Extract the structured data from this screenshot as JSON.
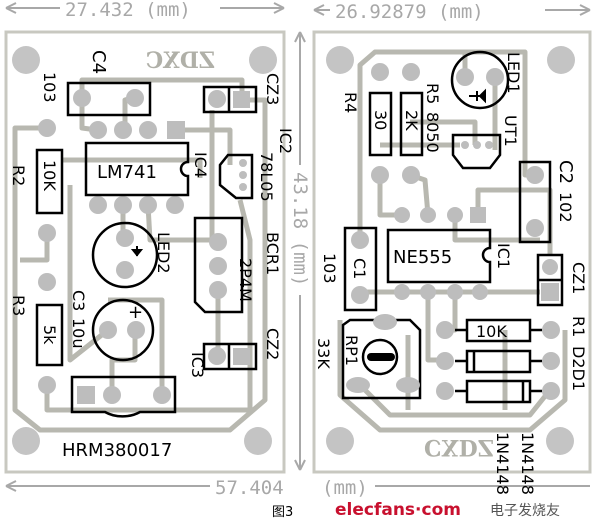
{
  "dimensions": {
    "left_width": "27.432 (mm)",
    "right_width": "26.92879 (mm)",
    "height": "43.18 (mm)",
    "total_width": "57.404",
    "total_unit": "(mm)"
  },
  "caption": "图3",
  "watermark": {
    "site": "elecfans·com",
    "cn": "电子发烧友"
  },
  "left_board": {
    "logo": "ZDXC",
    "c4": "C4",
    "c4_value": "103",
    "cz3": "CZ3",
    "ic4": "IC4",
    "ic4_part": "LM741",
    "ic2": "IC2",
    "ic2_part": "78L05",
    "r2": "R2",
    "r2_value": "10K",
    "led2": "LED2",
    "bcr1": "BCR1",
    "bcr1_part": "2P4M",
    "r3": "R3",
    "r3_value": "5k",
    "c3": "C3",
    "c3_value": "10u",
    "c3_plus": "+",
    "cz2": "CZ2",
    "ic3": "IC3",
    "board_id": "HRM380017"
  },
  "right_board": {
    "logo": "CXDZ",
    "r4": "R4",
    "r4_value": "30",
    "r5": "R5",
    "r5_value": "2K",
    "ut1_part": "8050",
    "ut1": "UT1",
    "led1": "LED1",
    "c2": "C2",
    "c2_value": "102",
    "ic1": "IC1",
    "ic1_part": "NE555",
    "c1": "C1",
    "c1_value": "103",
    "cz1": "CZ1",
    "rp1": "RP1",
    "rp1_value": "33K",
    "r1": "R1",
    "r1_value": "10K",
    "d2d1": "D2D1",
    "d2_part": "1N4148",
    "d1_part": "1N4148"
  }
}
